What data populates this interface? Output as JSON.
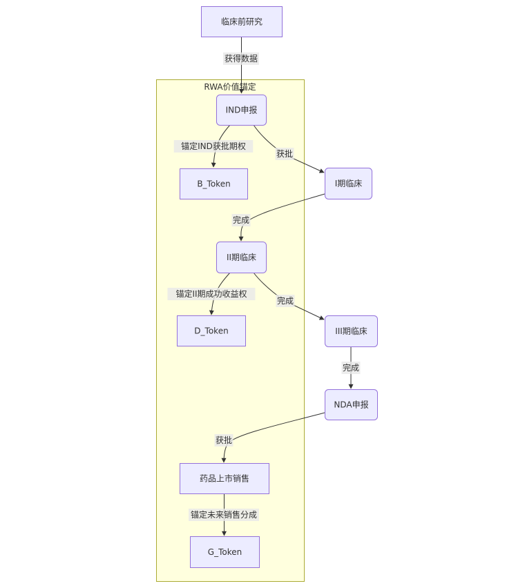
{
  "diagram": {
    "type": "flowchart",
    "subgraph": {
      "id": "rwa",
      "label": "RWA价值锚定"
    },
    "nodes": [
      {
        "id": "preclinical",
        "label": "临床前研究",
        "shape": "rect"
      },
      {
        "id": "ind",
        "label": "IND申报",
        "shape": "round"
      },
      {
        "id": "b_token",
        "label": "B_Token",
        "shape": "rect"
      },
      {
        "id": "phase1",
        "label": "I期临床",
        "shape": "round"
      },
      {
        "id": "phase2",
        "label": "II期临床",
        "shape": "round"
      },
      {
        "id": "d_token",
        "label": "D_Token",
        "shape": "rect"
      },
      {
        "id": "phase3",
        "label": "III期临床",
        "shape": "round"
      },
      {
        "id": "nda",
        "label": "NDA申报",
        "shape": "round"
      },
      {
        "id": "market",
        "label": "药品上市销售",
        "shape": "rect"
      },
      {
        "id": "g_token",
        "label": "G_Token",
        "shape": "rect"
      }
    ],
    "edges": [
      {
        "from": "preclinical",
        "to": "ind",
        "label": "获得数据"
      },
      {
        "from": "ind",
        "to": "b_token",
        "label": "锚定IND获批期权"
      },
      {
        "from": "ind",
        "to": "phase1",
        "label": "获批"
      },
      {
        "from": "phase1",
        "to": "phase2",
        "label": "完成"
      },
      {
        "from": "phase2",
        "to": "d_token",
        "label": "锚定II期成功收益权"
      },
      {
        "from": "phase2",
        "to": "phase3",
        "label": "完成"
      },
      {
        "from": "phase3",
        "to": "nda",
        "label": "完成"
      },
      {
        "from": "nda",
        "to": "market",
        "label": "获批"
      },
      {
        "from": "market",
        "to": "g_token",
        "label": "锚定未来销售分成"
      }
    ]
  }
}
